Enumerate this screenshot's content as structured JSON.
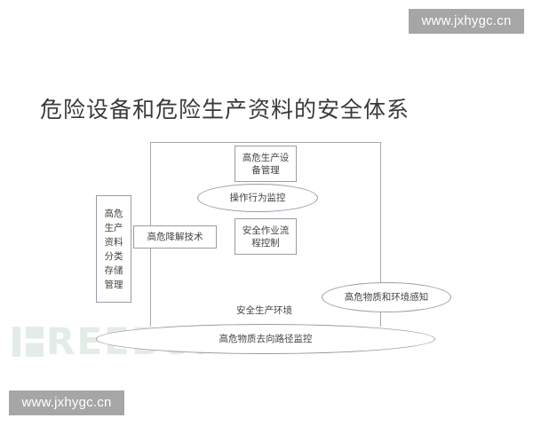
{
  "watermarks": {
    "top_right": "www.jxhygc.cn",
    "bottom_left": "www.jxhygc.cn",
    "faint_logo": "REEBUF"
  },
  "diagram": {
    "title": "危险设备和危险生产资料的安全体系",
    "nodes": {
      "equipment_management": "高危生产设备管理",
      "operation_monitoring": "操作行为监控",
      "degradation_tech": "高危降解技术",
      "workflow_control": "安全作业流程控制",
      "material_storage": "高危生产资料分类存储管理",
      "safe_environment": "安全生产环境",
      "environment_sensing": "高危物质和环境感知",
      "path_monitoring": "高危物质去向路径监控"
    },
    "colors": {
      "stroke": "#9a9aa6",
      "text": "#444444",
      "badge_bg": "#a6a6a6"
    }
  }
}
